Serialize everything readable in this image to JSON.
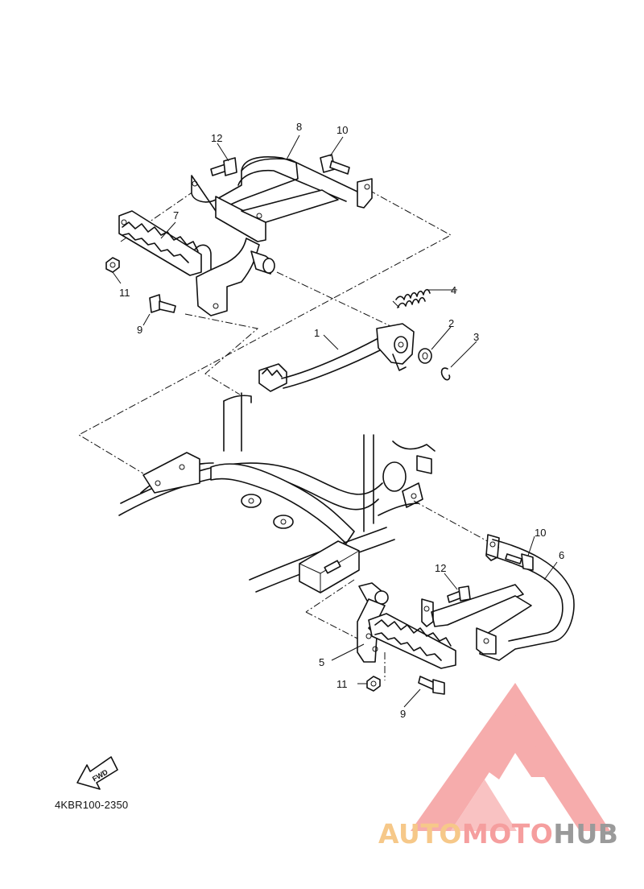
{
  "diagram": {
    "callouts": {
      "c1": "1",
      "c2": "2",
      "c3": "3",
      "c4": "4",
      "c5": "5",
      "c6": "6",
      "c7": "7",
      "c8": "8",
      "c9a": "9",
      "c9b": "9",
      "c10a": "10",
      "c10b": "10",
      "c11a": "11",
      "c11b": "11",
      "c12a": "12",
      "c12b": "12"
    },
    "fwd_label": "FWD",
    "diagram_code": "4KBR100-2350"
  },
  "watermark": {
    "text_part1": "AUTO",
    "text_part2": "MOTO",
    "text_part3": "HUB",
    "colors": {
      "part1": "#f6c889",
      "part2": "#f59e9e",
      "part3": "#9a9a9a",
      "logo": "#f59e9e"
    },
    "logo_icon": "triangle-m-logo"
  }
}
